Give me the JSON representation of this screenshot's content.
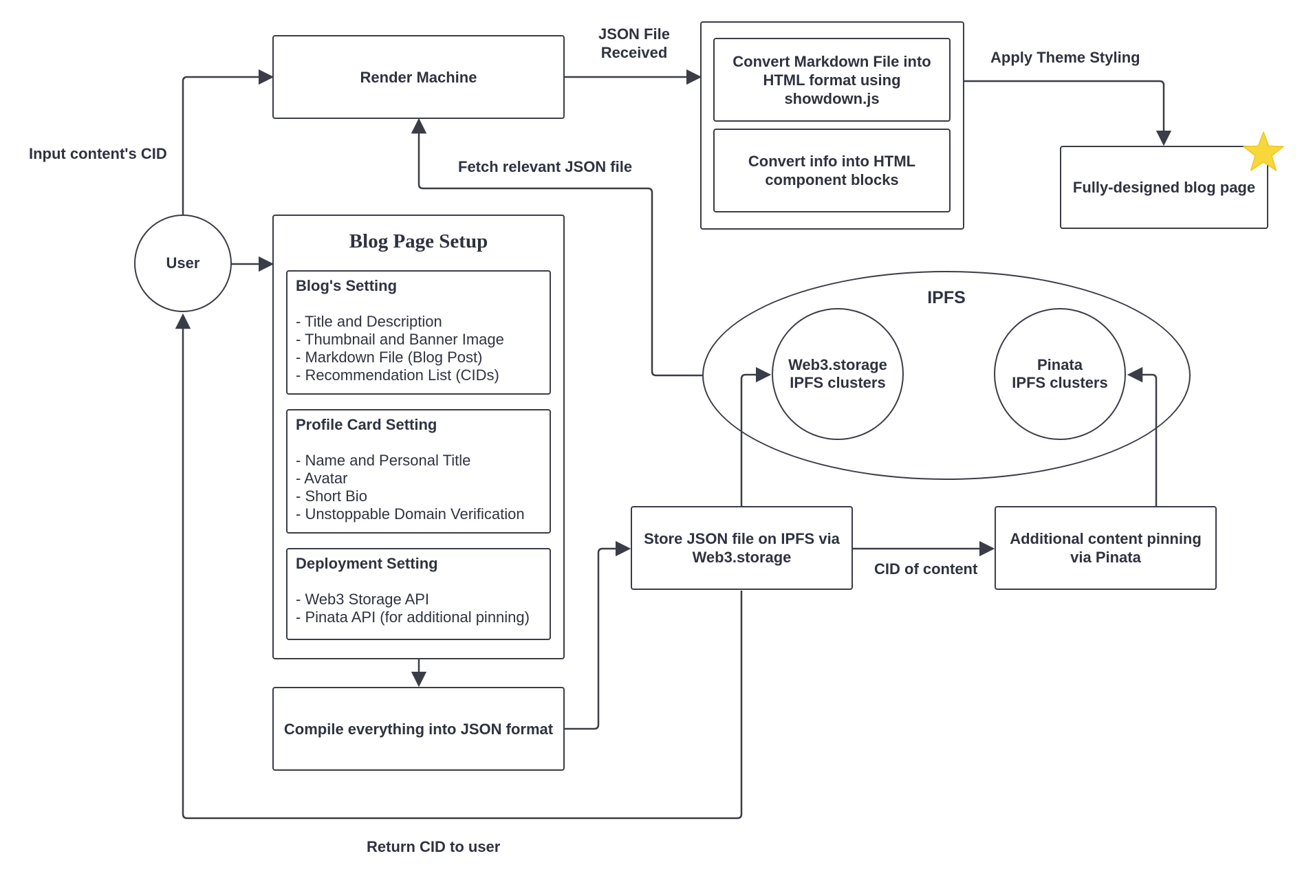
{
  "labels": {
    "input_cid": "Input content's CID",
    "json_received_1": "JSON File",
    "json_received_2": "Received",
    "apply_theme": "Apply Theme Styling",
    "fetch_json": "Fetch relevant JSON file",
    "cid_of_content": "CID of content",
    "return_cid": "Return CID to user",
    "ipfs": "IPFS"
  },
  "nodes": {
    "user": "User",
    "render_machine": "Render Machine",
    "convert_markdown": "Convert Markdown File into HTML format using showdown.js",
    "convert_info": "Convert info into HTML component blocks",
    "fully_designed": "Fully-designed blog page",
    "compile_json": "Compile everything into JSON format",
    "store_json": "Store JSON file on IPFS via Web3.storage",
    "additional_pinning": "Additional content pinning via Pinata",
    "web3_cluster_1": "Web3.storage",
    "web3_cluster_2": "IPFS clusters",
    "pinata_cluster_1": "Pinata",
    "pinata_cluster_2": "IPFS clusters"
  },
  "blog_setup": {
    "title": "Blog Page Setup",
    "sections": [
      {
        "title": "Blog's Setting",
        "items": [
          "- Title and Description",
          "- Thumbnail and Banner Image",
          "- Markdown File (Blog Post)",
          "- Recommendation List (CIDs)"
        ]
      },
      {
        "title": "Profile Card Setting",
        "items": [
          "- Name and Personal Title",
          "- Avatar",
          "- Short Bio",
          "- Unstoppable Domain Verification"
        ]
      },
      {
        "title": "Deployment Setting",
        "items": [
          "- Web3 Storage API",
          "- Pinata API (for additional pinning)"
        ]
      }
    ]
  },
  "colors": {
    "stroke": "#3a3d47",
    "text": "#2f3340",
    "star": "#f7d73a"
  },
  "icons": {
    "star": "star-icon"
  }
}
